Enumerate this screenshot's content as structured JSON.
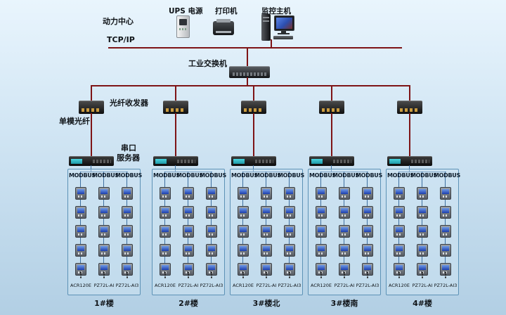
{
  "labels": {
    "power_center": "动力中心",
    "tcpip": "TCP/IP",
    "industrial_switch": "工业交换机",
    "fiber_transceiver": "光纤收发器",
    "single_mode_fiber": "单模光纤",
    "serial_server_line1": "串口",
    "serial_server_line2": "服务器"
  },
  "top_devices": {
    "ups": "UPS 电源",
    "printer": "打印机",
    "monitor_host": "监控主机"
  },
  "dots": "⋮",
  "groups": [
    {
      "name": "1#楼",
      "columns": [
        {
          "bus": "MODBUS",
          "model": "ACR120E"
        },
        {
          "bus": "MODBUS",
          "model": "PZ72L-AI"
        },
        {
          "bus": "MODBUS",
          "model": "PZ72L-AI3"
        }
      ]
    },
    {
      "name": "2#楼",
      "columns": [
        {
          "bus": "MODBUS",
          "model": "ACR120E"
        },
        {
          "bus": "MODBUS",
          "model": "PZ72L-AI"
        },
        {
          "bus": "MODBUS",
          "model": "PZ72L-AI3"
        }
      ]
    },
    {
      "name": "3#楼北",
      "columns": [
        {
          "bus": "MODBUS",
          "model": "ACR120E"
        },
        {
          "bus": "MODBUS",
          "model": "PZ72L-AI"
        },
        {
          "bus": "MODBUS",
          "model": "PZ72L-AI3"
        }
      ]
    },
    {
      "name": "3#楼南",
      "columns": [
        {
          "bus": "MODBUS",
          "model": "ACR120E"
        },
        {
          "bus": "MODBUS",
          "model": "PZ72L-AI"
        },
        {
          "bus": "MODBUS",
          "model": "PZ72L-AI3"
        }
      ]
    },
    {
      "name": "4#楼",
      "columns": [
        {
          "bus": "MODBUS",
          "model": "ACR120E"
        },
        {
          "bus": "MODBUS",
          "model": "PZ72L-AI"
        },
        {
          "bus": "MODBUS",
          "model": "PZ72L-AI3"
        }
      ]
    }
  ]
}
